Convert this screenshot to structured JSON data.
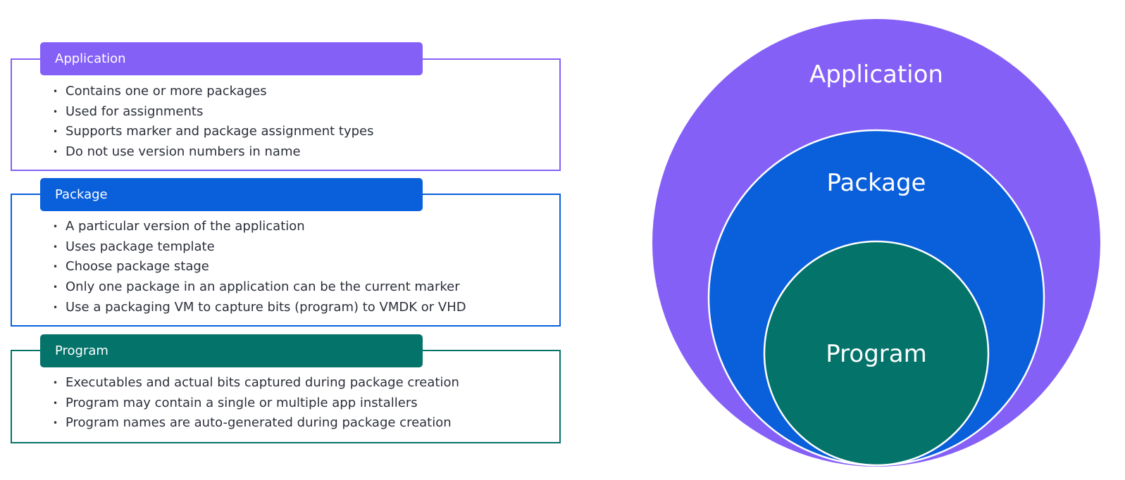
{
  "application": {
    "title": "Application",
    "color": "#8560f7",
    "bullets": [
      "Contains one or more packages",
      "Used for assignments",
      "Supports marker and package assignment types",
      "Do not use version numbers in name"
    ]
  },
  "package": {
    "title": "Package",
    "color": "#0a5fdb",
    "bullets": [
      "A particular version of the application",
      "Uses package template",
      "Choose package stage",
      "Only one package in an application can be the current marker",
      "Use a packaging VM to capture bits (program) to VMDK or VHD"
    ]
  },
  "program": {
    "title": "Program",
    "color": "#04736a",
    "bullets": [
      "Executables and actual bits captured during package creation",
      "Program may contain a single or multiple app installers",
      "Program names are auto-generated during package creation"
    ]
  },
  "diagram": {
    "outer_label": "Application",
    "middle_label": "Package",
    "inner_label": "Program"
  }
}
